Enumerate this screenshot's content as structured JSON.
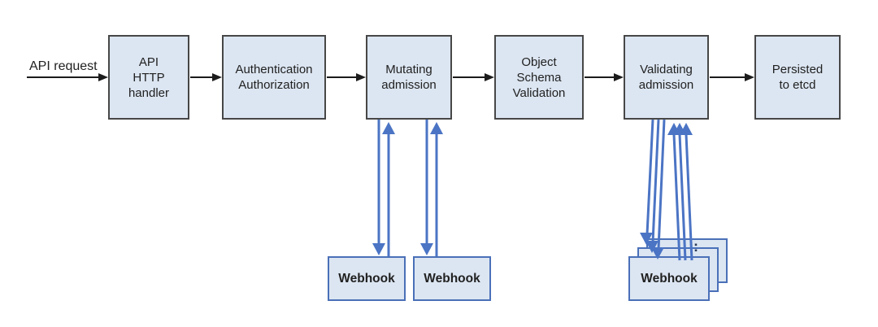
{
  "colors": {
    "background": "#ffffff",
    "node_fill": "#dce6f2",
    "node_border": "#474747",
    "webhook_border": "#4a70b8",
    "arrow_blue": "#4b74c4",
    "arrow_black": "#1c1c1c",
    "text": "#212121"
  },
  "diagram": {
    "api_request_label": "API request",
    "nodes": [
      {
        "id": "api-http-handler",
        "lines": [
          "API",
          "HTTP",
          "handler"
        ]
      },
      {
        "id": "authentication-authorization",
        "lines": [
          "Authentication",
          "Authorization"
        ]
      },
      {
        "id": "mutating-admission",
        "lines": [
          "Mutating",
          "admission"
        ]
      },
      {
        "id": "object-schema-validation",
        "lines": [
          "Object",
          "Schema",
          "Validation"
        ]
      },
      {
        "id": "validating-admission",
        "lines": [
          "Validating",
          "admission"
        ]
      },
      {
        "id": "persisted-to-etcd",
        "lines": [
          "Persisted",
          "to etcd"
        ]
      }
    ],
    "mutating_webhooks": [
      {
        "label": "Webhook"
      },
      {
        "label": "Webhook"
      }
    ],
    "validating_webhook": {
      "label": "Webhook",
      "stack_count": 3,
      "more_indicator": ":"
    }
  }
}
